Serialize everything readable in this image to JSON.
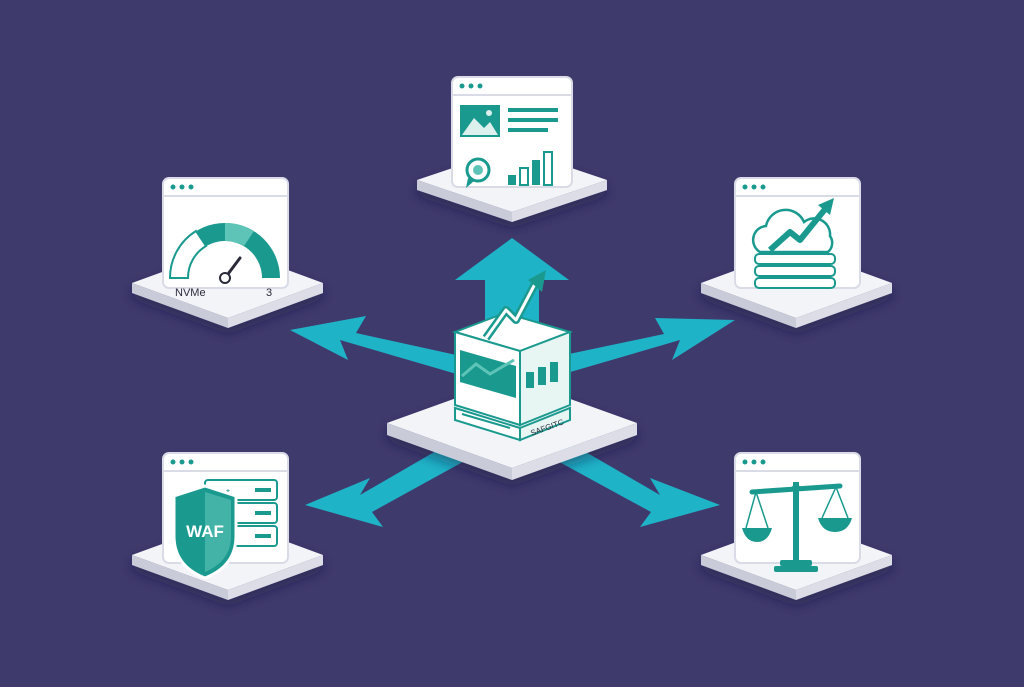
{
  "colors": {
    "background": "#3f3a6c",
    "arrow": "#1fb3c8",
    "arrow_shade": "#1590a6",
    "teal": "#1a9a8f",
    "teal_light": "#5fc4b8",
    "card": "#ffffff",
    "platform": "#f3f4f8",
    "platform_edge": "#c9cbd8"
  },
  "center": {
    "label": "SAFGITC",
    "icon": "server-growth-icon"
  },
  "nodes": [
    {
      "id": "top",
      "icon": "analytics-dashboard-icon"
    },
    {
      "id": "left",
      "icon": "speedometer-icon",
      "gauge_label": "NVMe",
      "gauge_value": "3"
    },
    {
      "id": "right",
      "icon": "cloud-storage-growth-icon"
    },
    {
      "id": "bottom-left",
      "icon": "waf-shield-icon",
      "shield_label": "WAF"
    },
    {
      "id": "bottom-right",
      "icon": "balance-scale-icon"
    }
  ]
}
